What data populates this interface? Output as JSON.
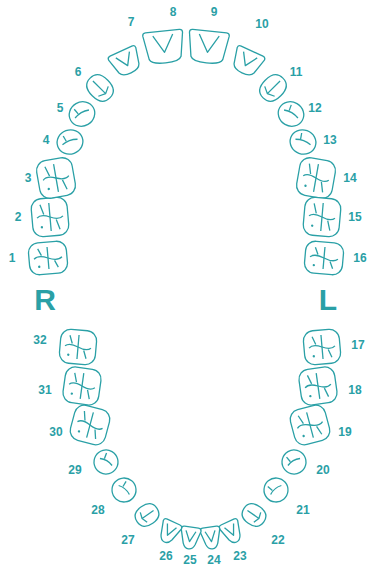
{
  "diagram": {
    "labels": [
      "1",
      "2",
      "3",
      "4",
      "5",
      "6",
      "7",
      "8",
      "9",
      "10",
      "11",
      "12",
      "13",
      "14",
      "15",
      "16",
      "17",
      "18",
      "19",
      "20",
      "21",
      "22",
      "23",
      "24",
      "25",
      "26",
      "27",
      "28",
      "29",
      "30",
      "31",
      "32",
      "R",
      "L"
    ]
  }
}
